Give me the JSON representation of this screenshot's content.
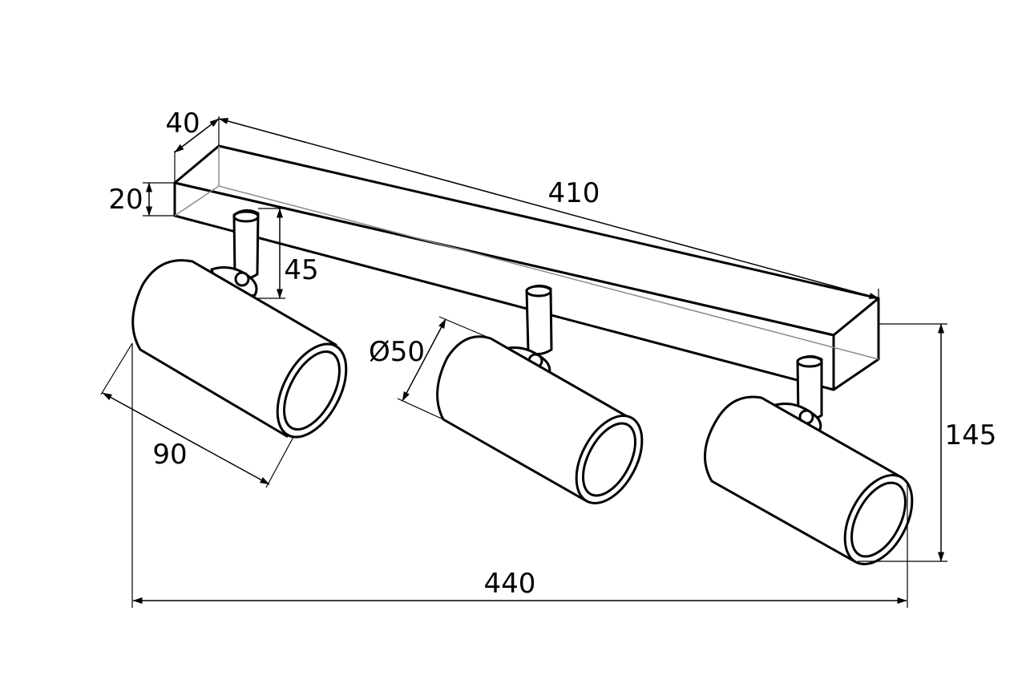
{
  "dimensions": {
    "width_top": "410",
    "depth": "40",
    "height_bar": "20",
    "arm_height": "45",
    "diameter": "Ø50",
    "lamp_length": "90",
    "total_height": "145",
    "total_width": "440"
  }
}
